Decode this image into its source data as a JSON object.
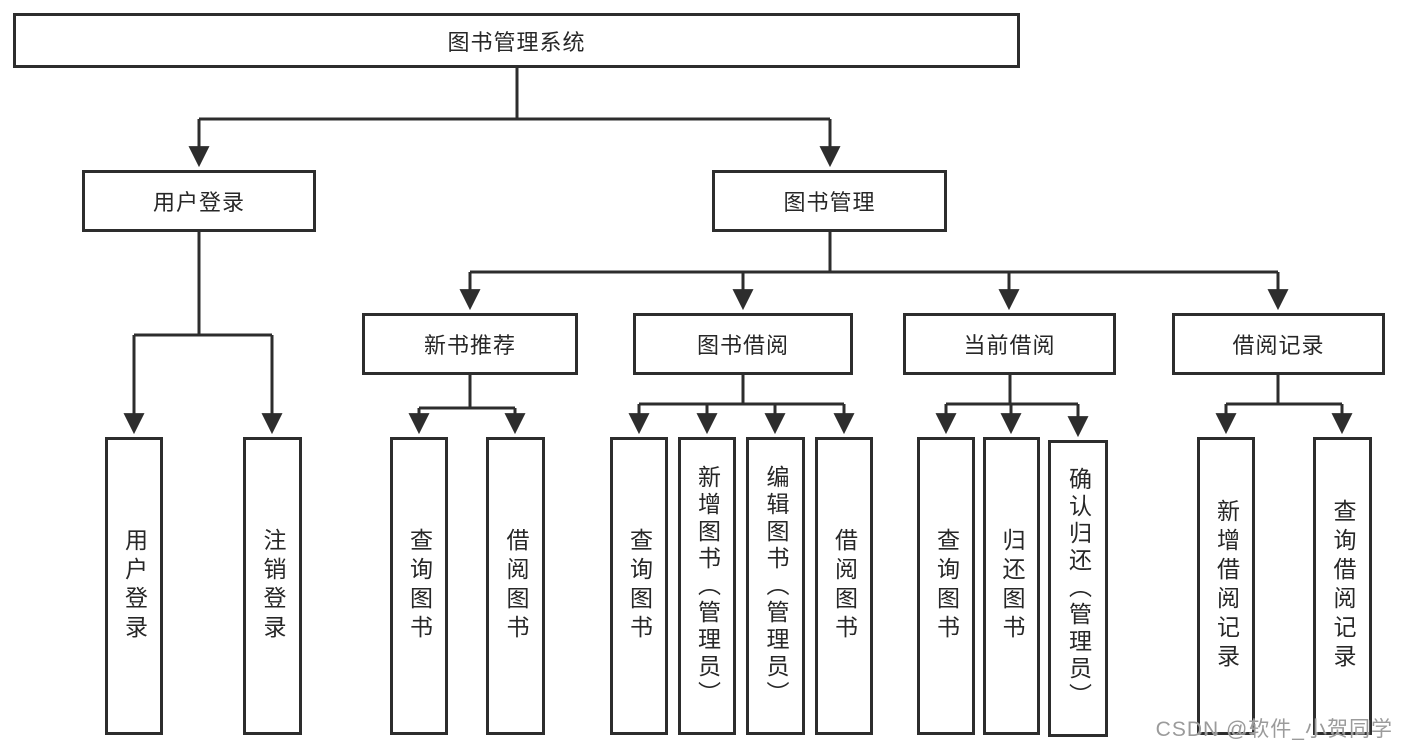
{
  "diagram": {
    "root": "图书管理系统",
    "user_login": {
      "label": "用户登录",
      "children": {
        "login": "用户登录",
        "logout": "注销登录"
      }
    },
    "book_manage": {
      "label": "图书管理",
      "sections": {
        "new_book": {
          "label": "新书推荐",
          "children": {
            "query": "查询图书",
            "borrow": "借阅图书"
          }
        },
        "borrowing": {
          "label": "图书借阅",
          "children": {
            "query": "查询图书",
            "add": "新增图书（管理员）",
            "edit": "编辑图书（管理员）",
            "borrow": "借阅图书"
          }
        },
        "current": {
          "label": "当前借阅",
          "children": {
            "query": "查询图书",
            "return": "归还图书",
            "confirm": "确认归还（管理员）"
          }
        },
        "records": {
          "label": "借阅记录",
          "children": {
            "add": "新增借阅记录",
            "query": "查询借阅记录"
          }
        }
      }
    },
    "line_color": "#2d2d2d"
  },
  "watermark": "CSDN @软件_小贺同学"
}
